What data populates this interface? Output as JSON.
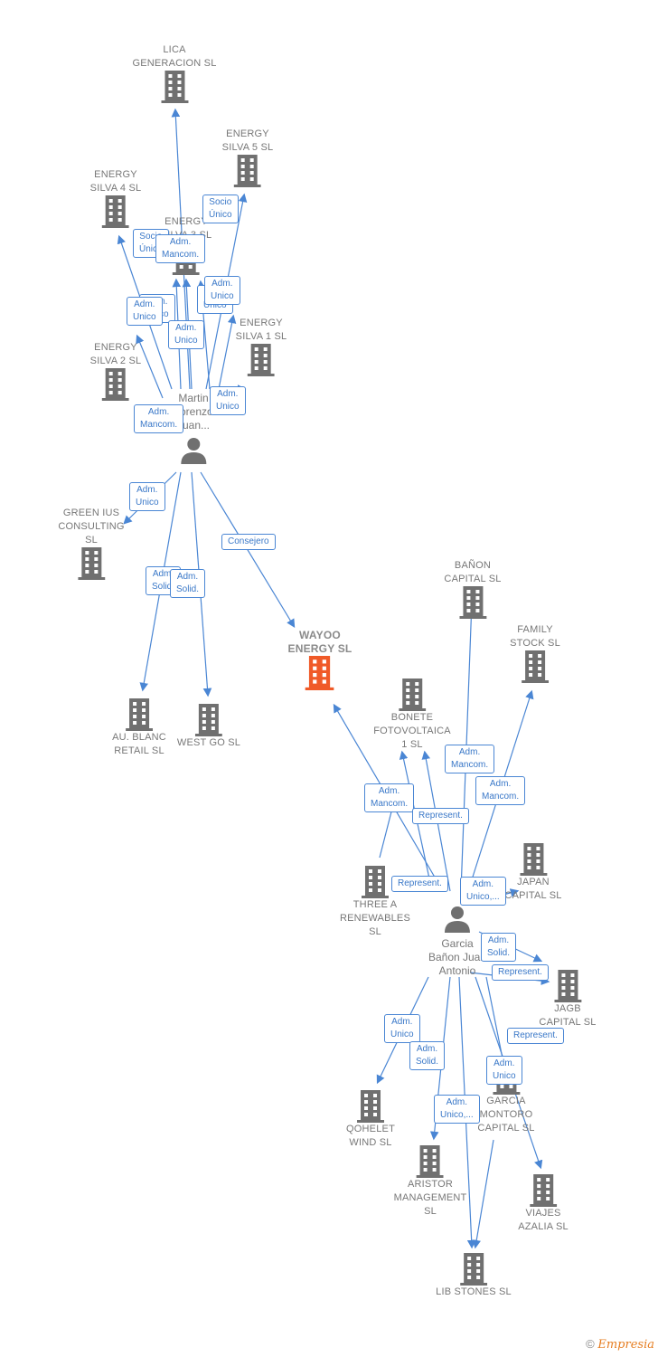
{
  "companies": [
    {
      "id": "lica",
      "label": "LICA\nGENERACION SL"
    },
    {
      "id": "silva5",
      "label": "ENERGY\nSILVA 5  SL"
    },
    {
      "id": "silva4",
      "label": "ENERGY\nSILVA 4  SL"
    },
    {
      "id": "silva3",
      "label": "ENERGY\nSILVA 3  SL"
    },
    {
      "id": "silva1",
      "label": "ENERGY\nSILVA 1  SL"
    },
    {
      "id": "silva2",
      "label": "ENERGY\nSILVA 2  SL"
    },
    {
      "id": "green",
      "label": "GREEN IUS\nCONSULTING\nSL"
    },
    {
      "id": "wayoo",
      "label": "WAYOO\nENERGY  SL"
    },
    {
      "id": "aublanc",
      "label": "AU.  BLANC\nRETAIL SL"
    },
    {
      "id": "westgo",
      "label": "WEST GO SL"
    },
    {
      "id": "banon",
      "label": "BAÑON\nCAPITAL SL"
    },
    {
      "id": "family",
      "label": "FAMILY\nSTOCK SL"
    },
    {
      "id": "bonete",
      "label": "BONETE\nFOTOVOLTAICA\n1  SL"
    },
    {
      "id": "threea",
      "label": "THREE A\nRENEWABLES\nSL"
    },
    {
      "id": "japan",
      "label": "JAPAN\nCAPITAL  SL"
    },
    {
      "id": "jagb",
      "label": "JAGB\nCAPITAL  SL"
    },
    {
      "id": "qohelet",
      "label": "QOHELET\nWIND  SL"
    },
    {
      "id": "garcia_montoro",
      "label": "GARCIA\nMONTORO\nCAPITAL  SL"
    },
    {
      "id": "aristor",
      "label": "ARISTOR\nMANAGEMENT\nSL"
    },
    {
      "id": "viajes",
      "label": "VIAJES\nAZALIA SL"
    },
    {
      "id": "libstones",
      "label": "LIB STONES SL"
    }
  ],
  "persons": [
    {
      "id": "martin",
      "label": "Martin\nLorenzo\nJuan..."
    },
    {
      "id": "garcia",
      "label": "Garcia\nBañon Juan\nAntonio"
    }
  ],
  "roles": [
    {
      "label": "Socio\nÚnico"
    },
    {
      "label": "Socio\nÚnico"
    },
    {
      "label": "Adm.\nMancom."
    },
    {
      "label": "Adm.\nUnico"
    },
    {
      "label": "Adm.\nUnico"
    },
    {
      "label": "Adm.\nUnico"
    },
    {
      "label": "Adm.\nUnico"
    },
    {
      "label": "Adm.\nUnico"
    },
    {
      "label": "Adm.\nUnico"
    },
    {
      "label": "Adm.\nMancom."
    },
    {
      "label": "Adm.\nUnico"
    },
    {
      "label": "Consejero"
    },
    {
      "label": "Adm.\nSolid."
    },
    {
      "label": "Adm.\nSolid."
    },
    {
      "label": "Adm.\nMancom."
    },
    {
      "label": "Adm.\nMancom."
    },
    {
      "label": "Adm.\nMancom."
    },
    {
      "label": "Represent."
    },
    {
      "label": "Represent."
    },
    {
      "label": "Adm.\nUnico,..."
    },
    {
      "label": "Adm.\nSolid."
    },
    {
      "label": "Represent."
    },
    {
      "label": "Adm.\nUnico"
    },
    {
      "label": "Adm.\nSolid."
    },
    {
      "label": "Represent."
    },
    {
      "label": "Adm.\nUnico"
    },
    {
      "label": "Adm.\nUnico,..."
    }
  ],
  "footer": {
    "copyright": "©",
    "brand": "Empresia"
  },
  "colors": {
    "edge": "#4a86d4",
    "building": "#707070",
    "focus": "#f05a28",
    "role_border": "#4a86d4"
  }
}
